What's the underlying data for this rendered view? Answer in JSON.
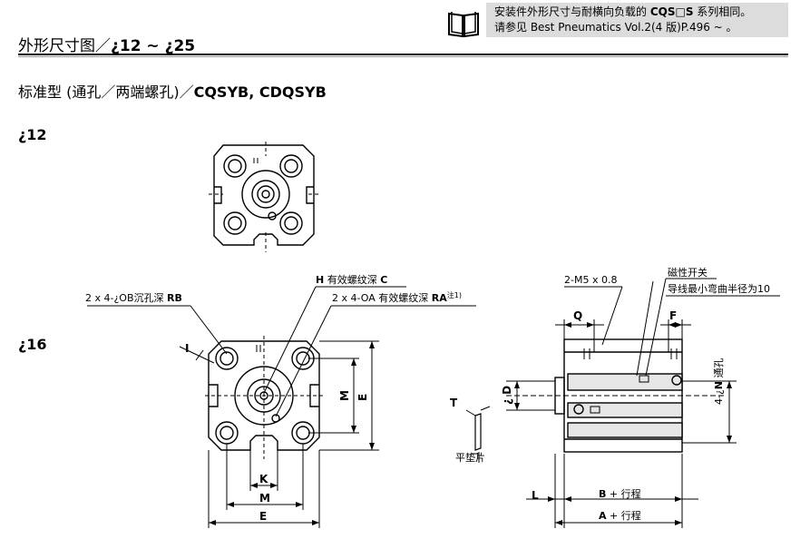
{
  "note": {
    "line1_pre": "安装件外形尺寸与耐横向负载的 ",
    "line1_bold": "CQS",
    "line1_mid": "□",
    "line1_bold2": "S",
    "line1_post": " 系列相同。",
    "line2": "请参见 Best Pneumatics Vol.2(4 版)P.496 ~ 。"
  },
  "section_title": {
    "prefix": "外形尺寸图／",
    "sizes": "¿12 ~ ¿25"
  },
  "sub_title": {
    "prefix": "标准型 (通孔／两端螺孔)／",
    "models": "CQSYB, CDQSYB"
  },
  "size_labels": {
    "first": "¿12",
    "second": "¿16"
  },
  "callouts": {
    "counterbore": {
      "text": "2 x 4-¿OB沉孔深 ",
      "bold": "RB"
    },
    "thread_h": {
      "bold": "H",
      "text": " 有效螺纹深 ",
      "bold2": "C"
    },
    "thread_oa": {
      "text": "2 x 4-OA 有效螺纹深 ",
      "bold": "RA",
      "sup": "注1)"
    },
    "port": "2-M5 x 0.8",
    "switch": "磁性开关",
    "lead_wire": "导线最小弯曲半径为10",
    "through_hole": {
      "prefix": "4-¿",
      "bold": "N",
      "suffix": " 通孔"
    },
    "shim": "平垫片"
  },
  "dims": {
    "I": "I",
    "K": "K",
    "M": "M",
    "E": "E",
    "Q": "Q",
    "F": "F",
    "D": "¿ D",
    "T": "T",
    "L": "L",
    "B": {
      "bold": "B",
      "text": " + 行程"
    },
    "A": {
      "bold": "A",
      "text": " + 行程"
    }
  }
}
